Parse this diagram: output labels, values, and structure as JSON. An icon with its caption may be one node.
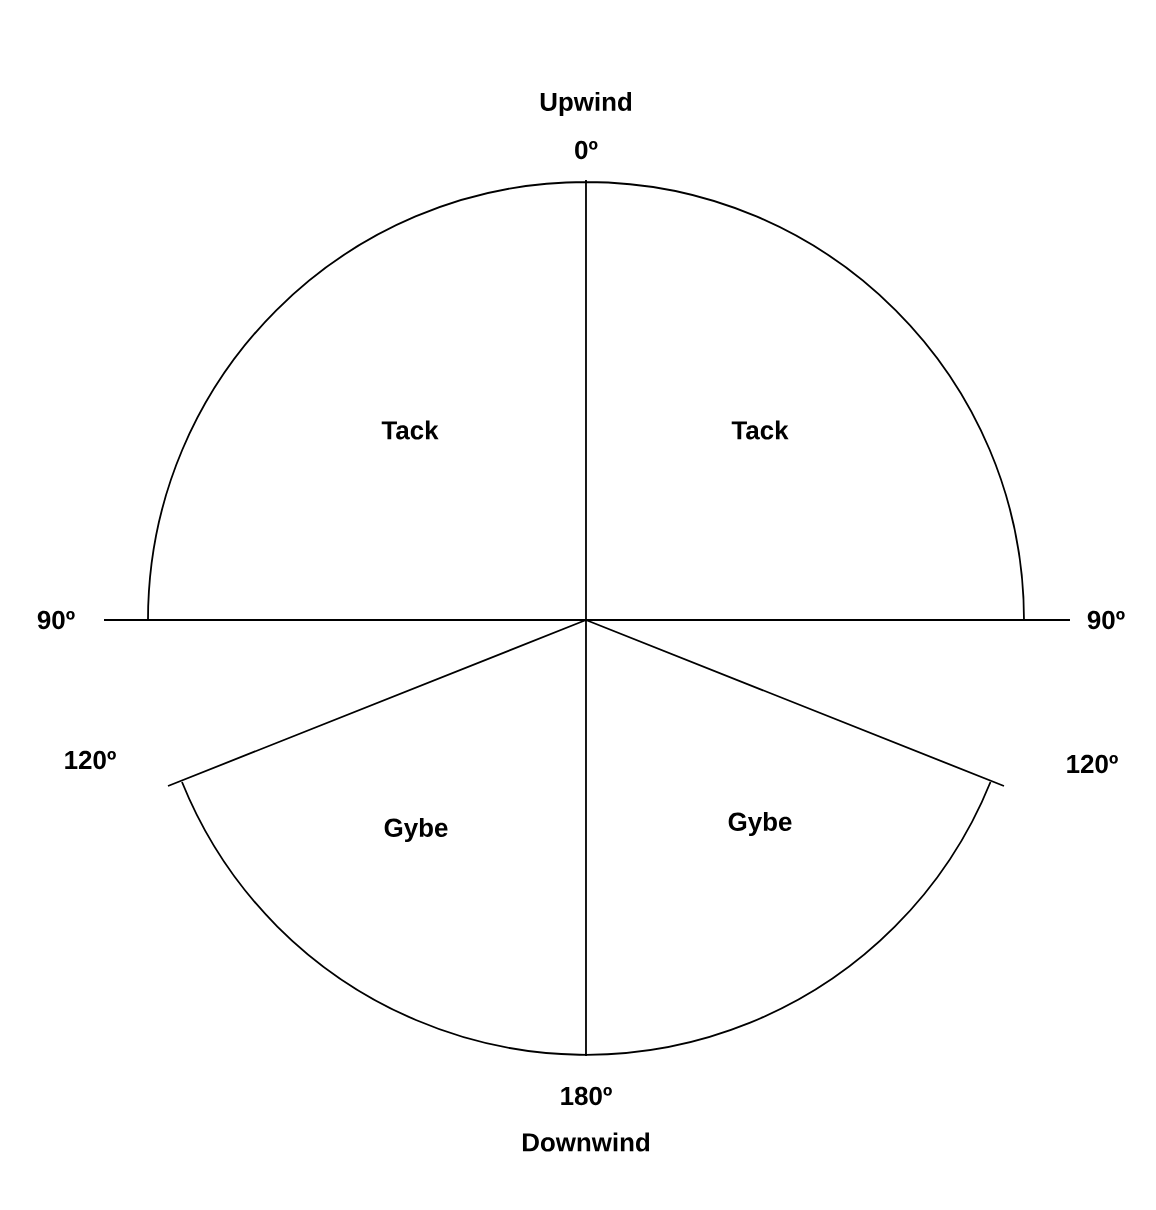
{
  "diagram": {
    "labels": [
      "Upwind",
      "0º",
      "Tack",
      "Tack",
      "90º",
      "90º",
      "120º",
      "Gybe",
      "Gybe",
      "120º",
      "180º",
      "Downwind"
    ]
  }
}
